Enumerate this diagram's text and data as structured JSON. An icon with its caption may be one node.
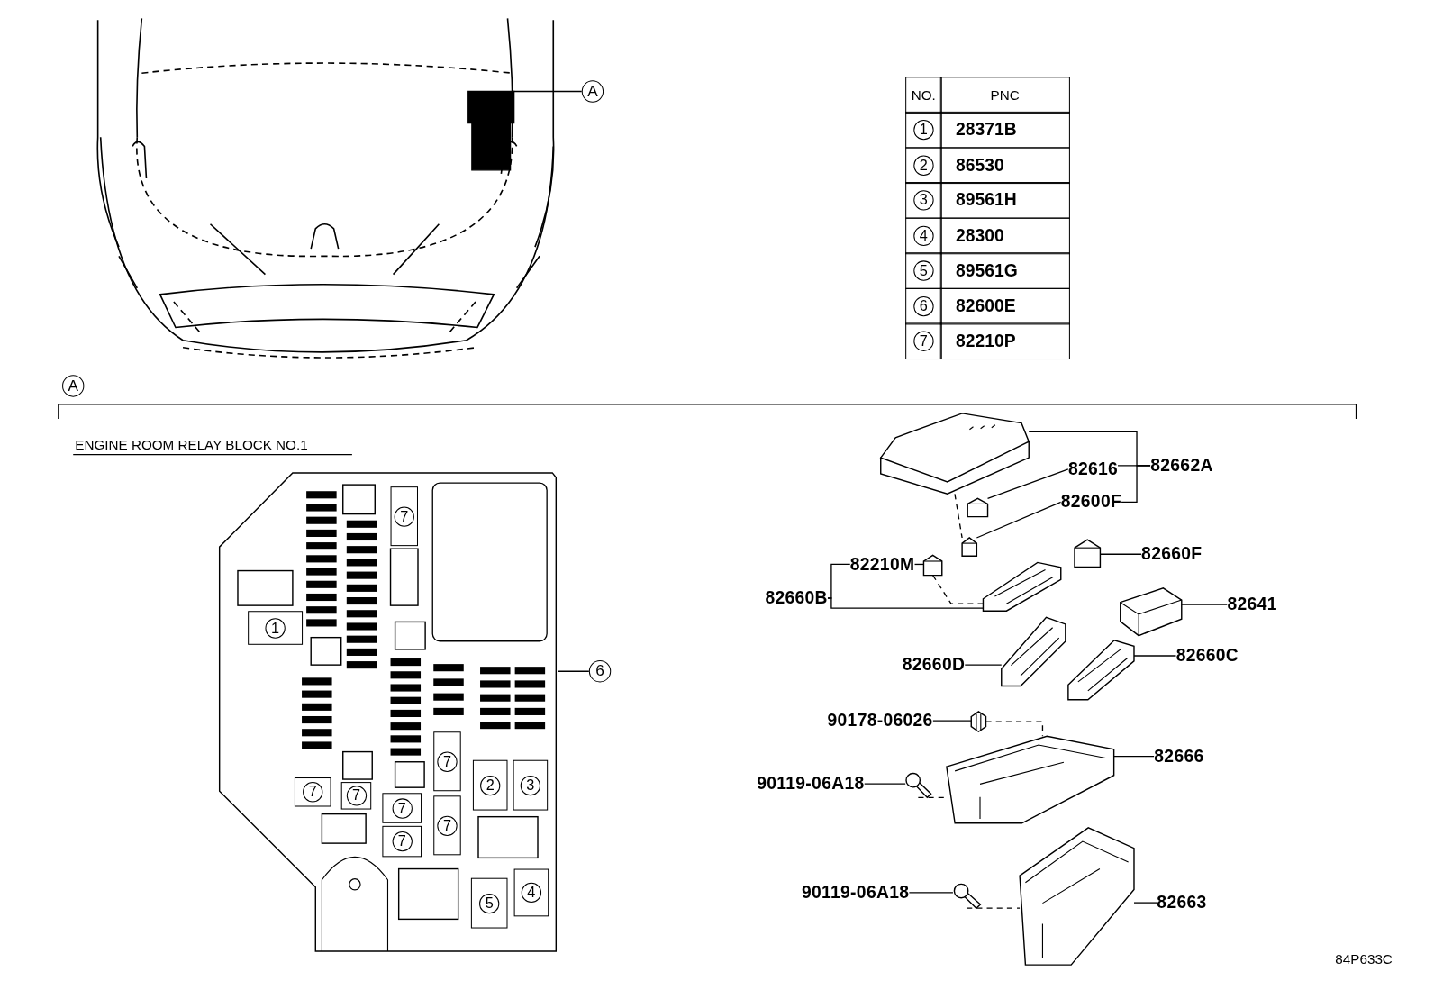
{
  "diagram": {
    "nodes": [
      {
        "text": [
          "A"
        ]
      },
      {
        "text": [],
        "shape": "picture"
      },
      {
        "text": [
          "6"
        ]
      },
      {
        "text": [],
        "shape": "picture"
      },
      {
        "text": [
          "7"
        ],
        "in": 3
      },
      {
        "text": [
          "1"
        ],
        "in": 3
      },
      {
        "text": [
          "7"
        ],
        "in": 3
      },
      {
        "text": [
          "2"
        ],
        "in": 3
      },
      {
        "text": [
          "3"
        ],
        "in": 3
      },
      {
        "text": [
          "7"
        ],
        "in": 3
      },
      {
        "text": [
          "7"
        ],
        "in": 3
      },
      {
        "text": [
          "7"
        ],
        "in": 3
      },
      {
        "text": [
          "7"
        ],
        "in": 3
      },
      {
        "text": [
          "7"
        ],
        "in": 3
      },
      {
        "text": [
          "4"
        ],
        "in": 3
      },
      {
        "text": [
          "5"
        ],
        "in": 3
      },
      {
        "text": [
          "82662A"
        ]
      },
      {
        "text": [],
        "shape": "picture"
      },
      {
        "text": [
          "82616"
        ]
      },
      {
        "text": [],
        "shape": "picture"
      },
      {
        "text": [
          "82600F"
        ]
      },
      {
        "text": [],
        "shape": "picture"
      },
      {
        "text": [
          "82210M"
        ]
      },
      {
        "text": [],
        "shape": "picture"
      },
      {
        "text": [
          "82660F"
        ]
      },
      {
        "text": [],
        "shape": "picture"
      },
      {
        "text": [
          "82660B"
        ]
      },
      {
        "text": [],
        "shape": "picture"
      },
      {
        "text": [
          "82641"
        ]
      },
      {
        "text": [],
        "shape": "picture"
      },
      {
        "text": [
          "82660D"
        ]
      },
      {
        "text": [],
        "shape": "picture"
      },
      {
        "text": [
          "82660C"
        ]
      },
      {
        "text": [],
        "shape": "picture"
      },
      {
        "text": [
          "90178-06026"
        ]
      },
      {
        "text": [],
        "shape": "picture"
      },
      {
        "text": [
          "82666"
        ]
      },
      {
        "text": [],
        "shape": "picture"
      },
      {
        "text": [
          "90119-06A18"
        ]
      },
      {
        "text": [],
        "shape": "picture"
      },
      {
        "text": [
          "90119-06A18"
        ]
      },
      {
        "text": [],
        "shape": "picture"
      },
      {
        "text": [
          "82663"
        ]
      },
      {
        "text": [],
        "shape": "picture"
      },
      {
        "text": [
          "A"
        ]
      }
    ],
    "edges": [
      {
        "from": 0,
        "to": 1,
        "arrow": "none"
      },
      {
        "from": 2,
        "to": 3,
        "arrow": "none"
      },
      {
        "from": 16,
        "to": 17,
        "arrow": "none"
      },
      {
        "from": 16,
        "to": 18,
        "arrow": "none"
      },
      {
        "from": 16,
        "to": 20,
        "arrow": "none"
      },
      {
        "from": 18,
        "to": 19,
        "arrow": "none"
      },
      {
        "from": 20,
        "to": 21,
        "arrow": "none"
      },
      {
        "from": 22,
        "to": 23,
        "arrow": "none"
      },
      {
        "from": 24,
        "to": 25,
        "arrow": "none"
      },
      {
        "from": 26,
        "to": 22,
        "arrow": "none"
      },
      {
        "from": 26,
        "to": 27,
        "arrow": "none"
      },
      {
        "from": 28,
        "to": 29,
        "arrow": "none"
      },
      {
        "from": 30,
        "to": 31,
        "arrow": "none"
      },
      {
        "from": 32,
        "to": 33,
        "arrow": "none"
      },
      {
        "from": 34,
        "to": 35,
        "arrow": "none"
      },
      {
        "from": 36,
        "to": 37,
        "arrow": "none"
      },
      {
        "from": 38,
        "to": 39,
        "arrow": "none"
      },
      {
        "from": 40,
        "to": 41,
        "arrow": "none"
      },
      {
        "from": 42,
        "to": 43,
        "arrow": "none"
      },
      {
        "from": 17,
        "to": 21,
        "arrow": "none",
        "style": "dashed"
      },
      {
        "from": 23,
        "to": 27,
        "arrow": "none",
        "style": "dashed"
      },
      {
        "from": 35,
        "to": 37,
        "arrow": "none",
        "style": "dashed"
      },
      {
        "from": 39,
        "to": 37,
        "arrow": "none",
        "style": "dashed"
      },
      {
        "from": 41,
        "to": 43,
        "arrow": "none",
        "style": "dashed"
      }
    ],
    "labels": [
      "NO.",
      "PNC",
      "1",
      "28371B",
      "2",
      "86530",
      "3",
      "89561H",
      "4",
      "28300",
      "5",
      "89561G",
      "6",
      "82600E",
      "7",
      "82210P",
      "ENGINE ROOM RELAY BLOCK NO.1",
      "84P633C"
    ]
  }
}
